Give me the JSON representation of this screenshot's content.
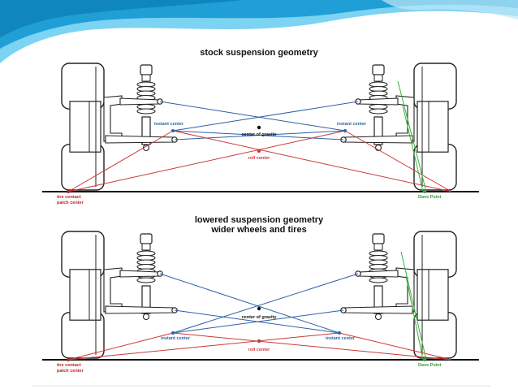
{
  "colors": {
    "banner_dark": "#1f9fd6",
    "banner_light": "#7cd3f2",
    "instant_line": "#2f5fa8",
    "roll_line": "#c93a3a",
    "dave_line": "#3fae3f",
    "tire_label": "#c21f1f",
    "dave_label": "#3a9a3a",
    "outline": "#222222"
  },
  "panels": [
    {
      "title": [
        "stock suspension geometry"
      ],
      "label_instant_left": "instant center",
      "label_instant_right": "instant center",
      "label_gravity": "center of gravity",
      "label_roll": "roll center",
      "label_tire": [
        "tire contact",
        "patch center"
      ],
      "label_dave": "Dave Point"
    },
    {
      "title": [
        "lowered suspension geometry",
        "wider wheels and tires"
      ],
      "label_instant_left": "instant center",
      "label_instant_right": "instant center",
      "label_gravity": "center of gravity",
      "label_roll": "roll center",
      "label_tire": [
        "tire contact",
        "patch center"
      ],
      "label_dave": "Dave Point"
    }
  ]
}
